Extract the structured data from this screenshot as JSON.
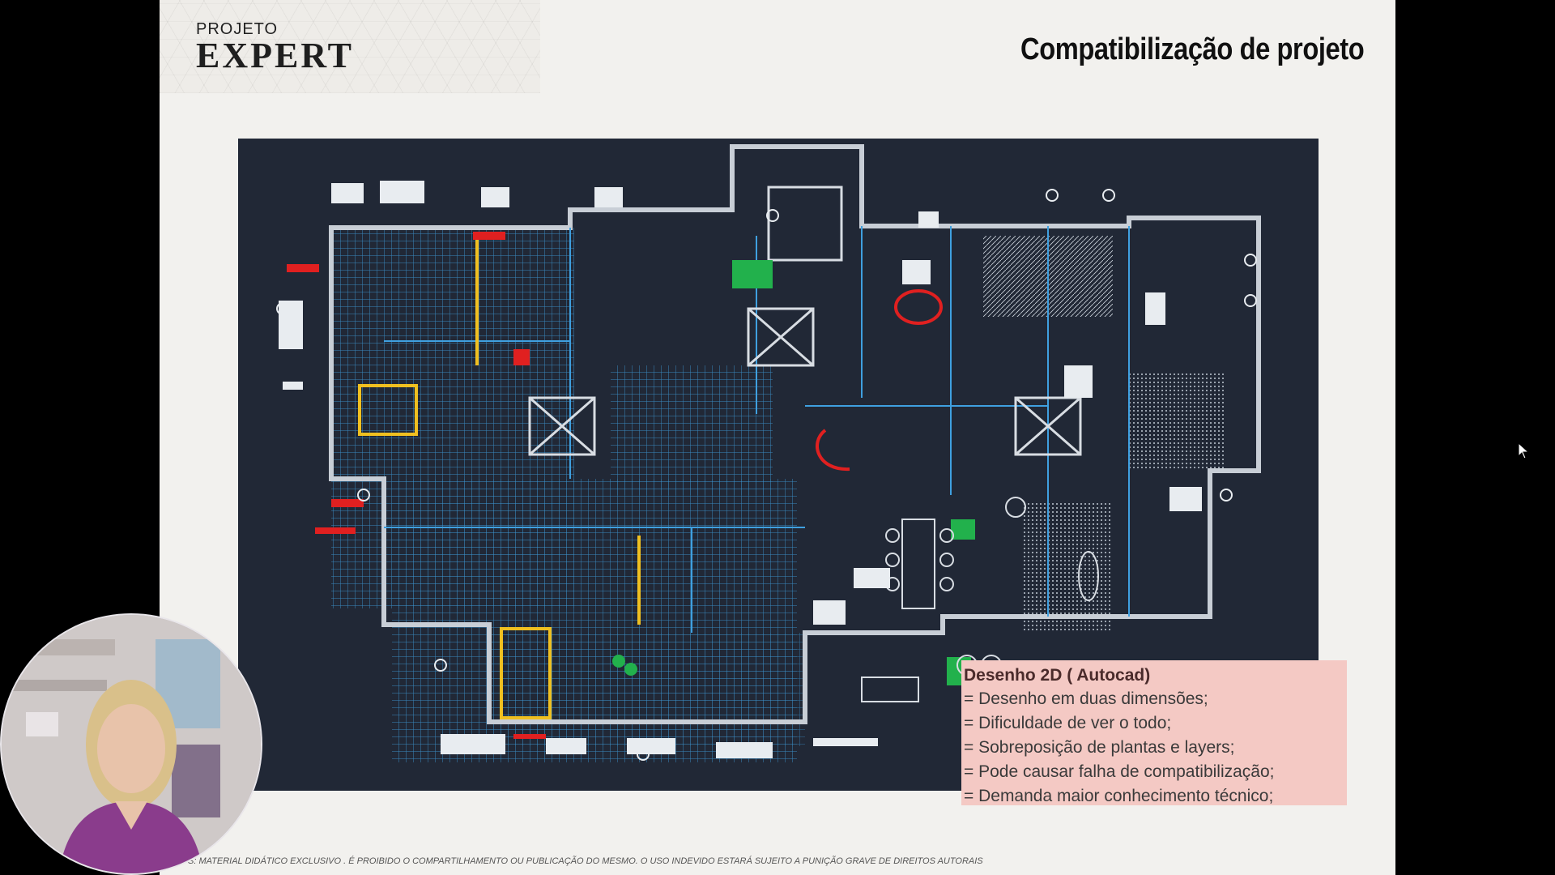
{
  "header": {
    "logo_top": "PROJETO",
    "logo_main": "EXPERT",
    "title": "Compatibilização de projeto"
  },
  "drawing": {
    "type": "cad-floor-plan",
    "background_color": "#212836"
  },
  "notes": {
    "title": "Desenho 2D ( Autocad)",
    "items": [
      "= Desenho em duas dimensões;",
      "= Dificuldade de ver o todo;",
      "= Sobreposição de plantas e layers;",
      "= Pode causar falha de compatibilização;",
      "= Demanda maior conhecimento técnico;"
    ]
  },
  "footer": {
    "disclaimer": "S: MATERIAL DIDÁTICO EXCLUSIVO . É PROIBIDO O COMPARTILHAMENTO OU PUBLICAÇÃO DO MESMO. O USO INDEVIDO ESTARÁ SUJEITO A PUNIÇÃO GRAVE DE DIREITOS AUTORAIS"
  },
  "colors": {
    "slide_bg": "#f2f1ee",
    "notes_bg": "#f4c9c4",
    "cad_blue": "#3fa0e0",
    "cad_red": "#e02020",
    "cad_yellow": "#f0c020",
    "cad_green": "#22b14c"
  },
  "icons": {
    "cursor": "mouse-pointer-icon",
    "presenter": "webcam-presenter"
  }
}
